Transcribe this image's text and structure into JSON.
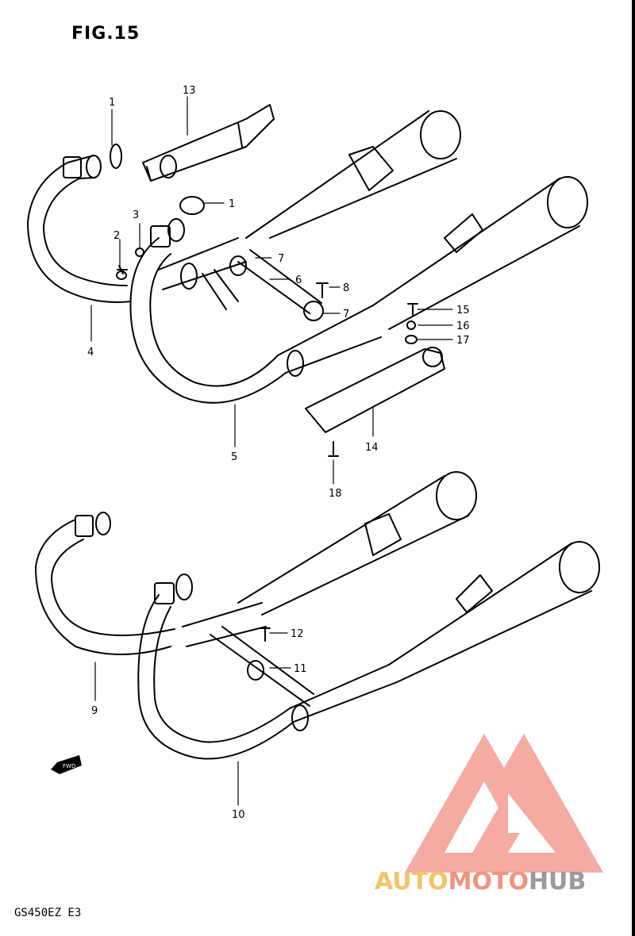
{
  "figure": {
    "title": "FIG.15",
    "model_code": "GS450EZ E3",
    "fwd_tag": "FWD"
  },
  "callouts": {
    "c1a": "1",
    "c1b": "1",
    "c2": "2",
    "c3": "3",
    "c4": "4",
    "c5": "5",
    "c6": "6",
    "c7a": "7",
    "c7b": "7",
    "c8": "8",
    "c9": "9",
    "c10": "10",
    "c11": "11",
    "c12": "12",
    "c13": "13",
    "c14": "14",
    "c15": "15",
    "c16": "16",
    "c17": "17",
    "c18": "18"
  },
  "watermark": {
    "part1": "AUTO",
    "part2": "MOTO",
    "part3": "HUB",
    "colors": {
      "auto": "#f2c36a",
      "moto": "#f2937e",
      "hub": "#9a9a9a",
      "logo": "#f07a6e"
    }
  }
}
